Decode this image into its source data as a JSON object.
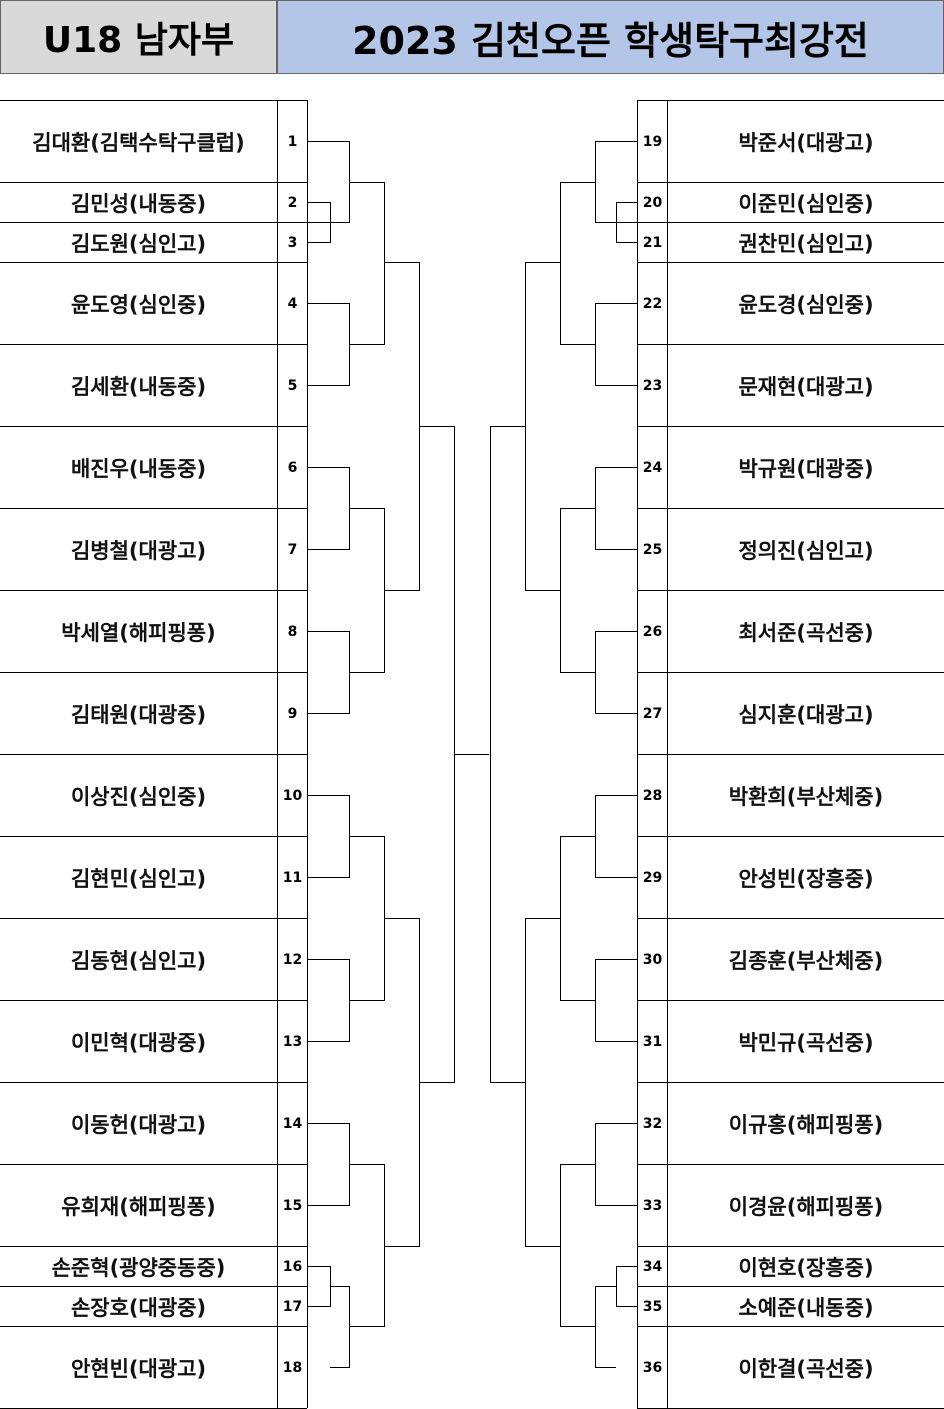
{
  "header": {
    "division": "U18 남자부",
    "title": "2023 김천오픈 학생탁구최강전"
  },
  "left_players": [
    {
      "seed": "1",
      "name": "김대환(김택수탁구클럽)"
    },
    {
      "seed": "2",
      "name": "김민성(내동중)"
    },
    {
      "seed": "3",
      "name": "김도원(심인고)"
    },
    {
      "seed": "4",
      "name": "윤도영(심인중)"
    },
    {
      "seed": "5",
      "name": "김세환(내동중)"
    },
    {
      "seed": "6",
      "name": "배진우(내동중)"
    },
    {
      "seed": "7",
      "name": "김병철(대광고)"
    },
    {
      "seed": "8",
      "name": "박세열(해피핑퐁)"
    },
    {
      "seed": "9",
      "name": "김태원(대광중)"
    },
    {
      "seed": "10",
      "name": "이상진(심인중)"
    },
    {
      "seed": "11",
      "name": "김현민(심인고)"
    },
    {
      "seed": "12",
      "name": "김동현(심인고)"
    },
    {
      "seed": "13",
      "name": "이민혁(대광중)"
    },
    {
      "seed": "14",
      "name": "이동헌(대광고)"
    },
    {
      "seed": "15",
      "name": "유희재(해피핑퐁)"
    },
    {
      "seed": "16",
      "name": "손준혁(광양중동중)"
    },
    {
      "seed": "17",
      "name": "손장호(대광중)"
    },
    {
      "seed": "18",
      "name": "안현빈(대광고)"
    }
  ],
  "right_players": [
    {
      "seed": "19",
      "name": "박준서(대광고)"
    },
    {
      "seed": "20",
      "name": "이준민(심인중)"
    },
    {
      "seed": "21",
      "name": "권찬민(심인고)"
    },
    {
      "seed": "22",
      "name": "윤도경(심인중)"
    },
    {
      "seed": "23",
      "name": "문재현(대광고)"
    },
    {
      "seed": "24",
      "name": "박규원(대광중)"
    },
    {
      "seed": "25",
      "name": "정의진(심인고)"
    },
    {
      "seed": "26",
      "name": "최서준(곡선중)"
    },
    {
      "seed": "27",
      "name": "심지훈(대광고)"
    },
    {
      "seed": "28",
      "name": "박환희(부산체중)"
    },
    {
      "seed": "29",
      "name": "안성빈(장흥중)"
    },
    {
      "seed": "30",
      "name": "김종훈(부산체중)"
    },
    {
      "seed": "31",
      "name": "박민규(곡선중)"
    },
    {
      "seed": "32",
      "name": "이규홍(해피핑퐁)"
    },
    {
      "seed": "33",
      "name": "이경윤(해피핑퐁)"
    },
    {
      "seed": "34",
      "name": "이현호(장흥중)"
    },
    {
      "seed": "35",
      "name": "소예준(내동중)"
    },
    {
      "seed": "36",
      "name": "이한결(곡선중)"
    }
  ],
  "colors": {
    "division_bg": "#d9d9d9",
    "title_bg": "#b4c6e7",
    "line": "#000000"
  }
}
